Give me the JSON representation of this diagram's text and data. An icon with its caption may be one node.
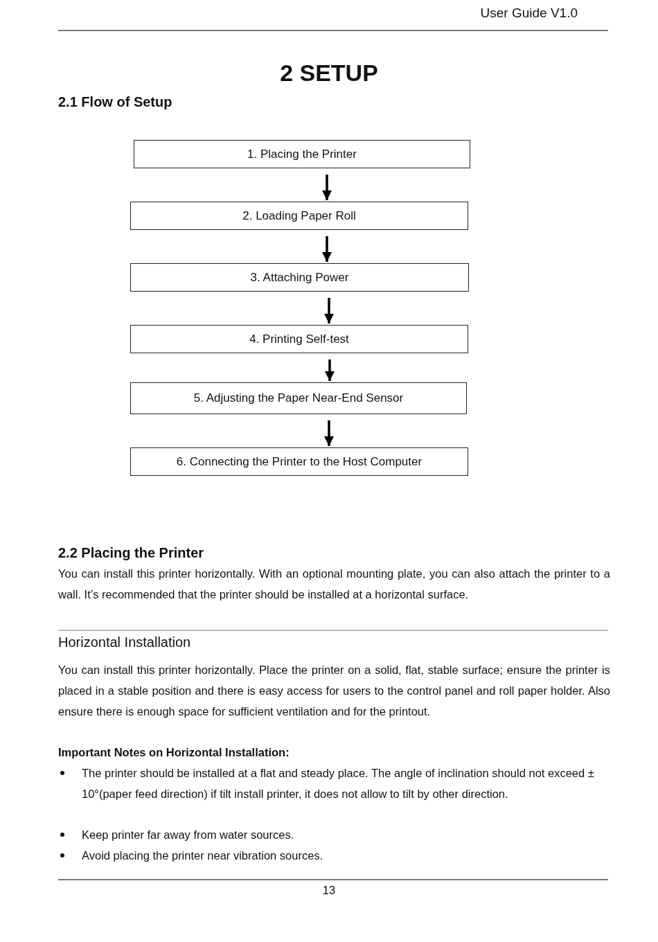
{
  "diagram": {
    "title": "2 SETUP",
    "nodes": [
      {
        "text": [
          "1. Placing the Printer"
        ]
      },
      {
        "text": [
          "2.  Loading Paper Roll"
        ]
      },
      {
        "text": [
          "3.  Attaching Power"
        ]
      },
      {
        "text": [
          "4.  Printing Self-test"
        ]
      },
      {
        "text": [
          "5.  Adjusting the Paper Near-End Sensor"
        ]
      },
      {
        "text": [
          "6.  Connecting the Printer to the Host Computer"
        ]
      }
    ],
    "edges": [
      {
        "from": 0,
        "to": 1,
        "arrow": "to"
      },
      {
        "from": 1,
        "to": 2,
        "arrow": "to"
      },
      {
        "from": 2,
        "to": 3,
        "arrow": "to"
      },
      {
        "from": 3,
        "to": 4,
        "arrow": "to"
      },
      {
        "from": 4,
        "to": 5,
        "arrow": "to"
      }
    ],
    "labels": [
      "User Guide V1.0",
      "2.1 Flow of Setup",
      "2.2 Placing the Printer",
      "You can install this printer horizontally. With an optional mounting plate, you can also attach the printer to a wall. It’s recommended that the printer should be installed at a horizontal surface.",
      "Horizontal Installation",
      "You can install this printer horizontally. Place the printer on a solid, flat, stable surface; ensure the printer is placed in a stable position and there is easy access for users to the control panel and roll paper holder. Also ensure there is enough space for sufficient ventilation and for the printout.",
      "Important Notes on Horizontal Installation:",
      "The printer should be installed at a flat and steady place. The angle of inclination should not exceed ± 10°(paper feed direction) if tilt install printer, it does not allow to tilt by other direction.",
      "Keep printer far away from water sources.",
      "Avoid placing the printer near vibration sources.",
      "13"
    ]
  }
}
